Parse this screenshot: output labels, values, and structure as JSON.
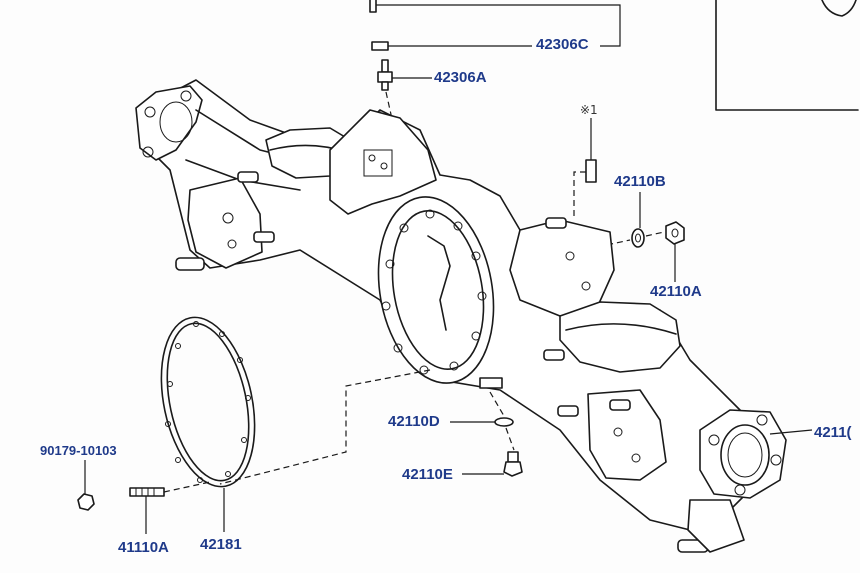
{
  "labels": {
    "p42306C": "42306C",
    "p42306A": "42306A",
    "note": "※1",
    "p42110B": "42110B",
    "p42110A": "42110A",
    "p42110D": "42110D",
    "p42110E": "42110E",
    "p90179": "90179-10103",
    "p41110A": "41110A",
    "p42181": "42181",
    "p4211_cut": "4211("
  },
  "colors": {
    "label": "#1f3a8a",
    "line": "#1a1a1a"
  }
}
